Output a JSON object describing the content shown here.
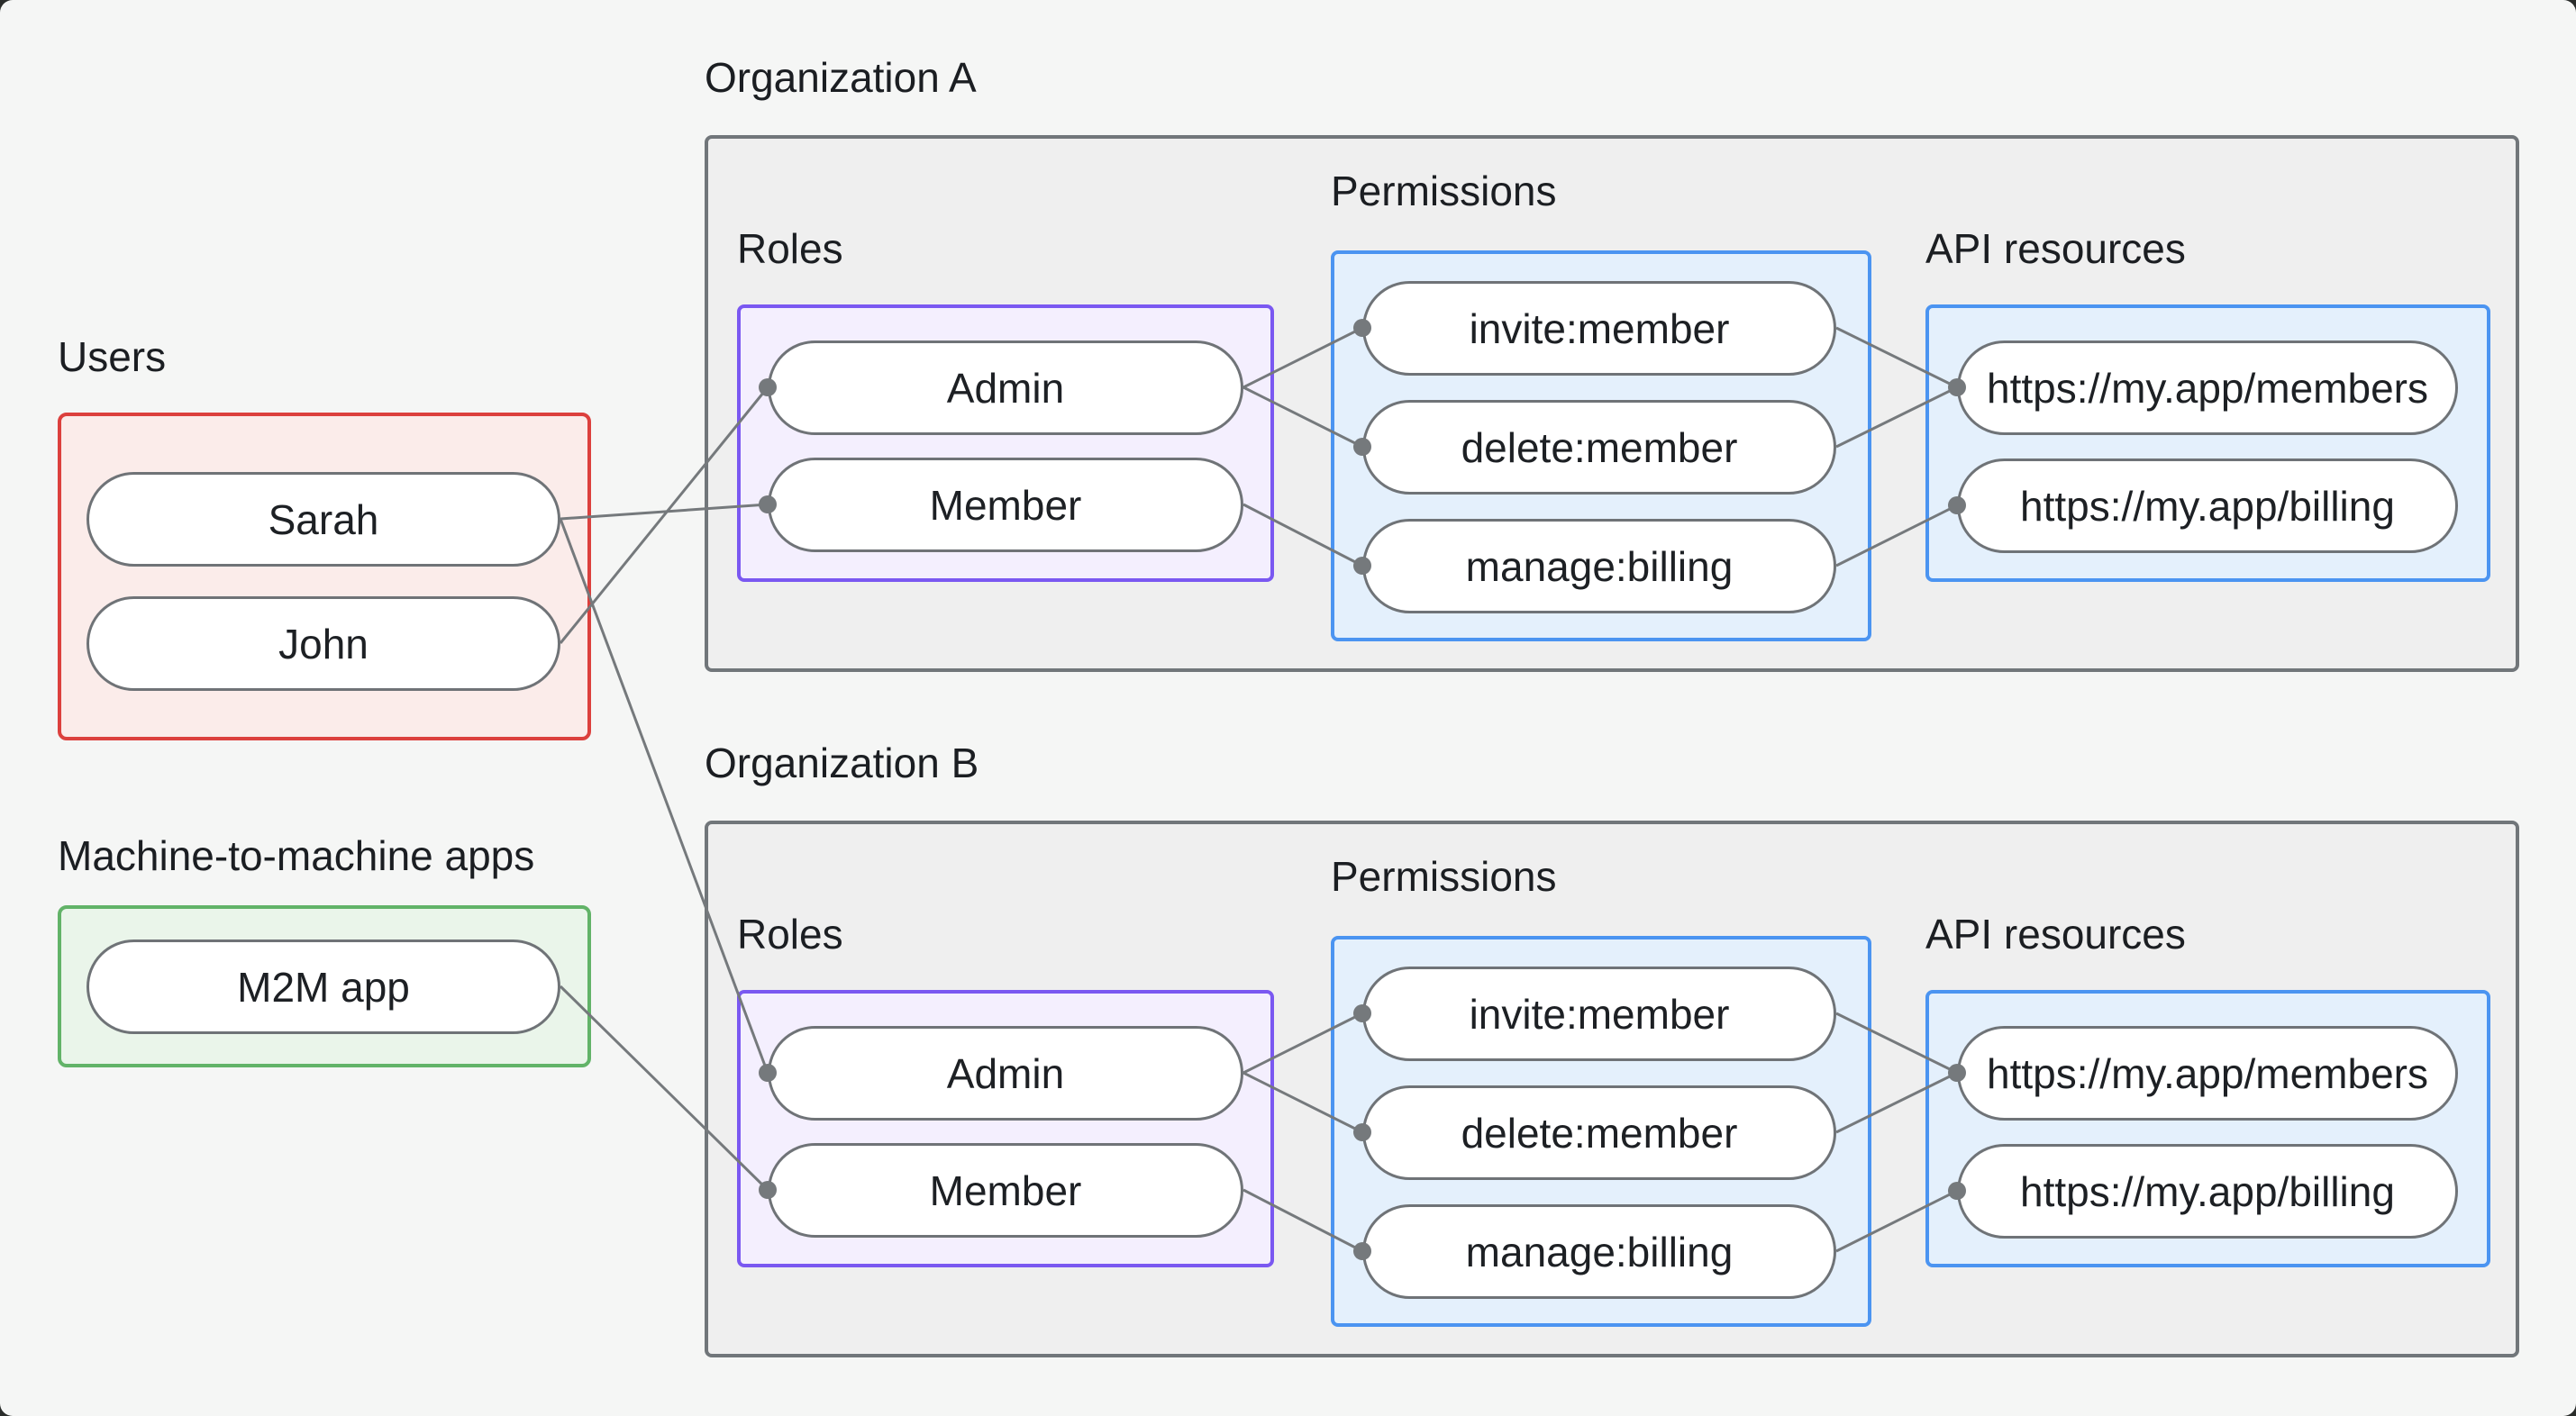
{
  "users": {
    "label": "Users",
    "items": [
      "Sarah",
      "John"
    ]
  },
  "m2m_apps": {
    "label": "Machine-to-machine apps",
    "items": [
      "M2M app"
    ]
  },
  "organizations": [
    {
      "name": "Organization A",
      "roles": {
        "label": "Roles",
        "items": [
          "Admin",
          "Member"
        ]
      },
      "permissions": {
        "label": "Permissions",
        "items": [
          "invite:member",
          "delete:member",
          "manage:billing"
        ]
      },
      "api_resources": {
        "label": "API resources",
        "items": [
          "https://my.app/members",
          "https://my.app/billing"
        ]
      }
    },
    {
      "name": "Organization B",
      "roles": {
        "label": "Roles",
        "items": [
          "Admin",
          "Member"
        ]
      },
      "permissions": {
        "label": "Permissions",
        "items": [
          "invite:member",
          "delete:member",
          "manage:billing"
        ]
      },
      "api_resources": {
        "label": "API resources",
        "items": [
          "https://my.app/members",
          "https://my.app/billing"
        ]
      }
    }
  ],
  "edges": [
    {
      "from": "user-sarah",
      "to": "org-a-role-member"
    },
    {
      "from": "user-john",
      "to": "org-a-role-admin"
    },
    {
      "from": "user-sarah",
      "to": "org-b-role-admin"
    },
    {
      "from": "m2m-app",
      "to": "org-b-role-member"
    },
    {
      "from": "org-a-role-admin",
      "to": "org-a-perm-invite-member"
    },
    {
      "from": "org-a-role-admin",
      "to": "org-a-perm-delete-member"
    },
    {
      "from": "org-a-role-member",
      "to": "org-a-perm-manage-billing"
    },
    {
      "from": "org-a-perm-invite-member",
      "to": "org-a-api-members"
    },
    {
      "from": "org-a-perm-delete-member",
      "to": "org-a-api-members"
    },
    {
      "from": "org-a-perm-manage-billing",
      "to": "org-a-api-billing"
    },
    {
      "from": "org-b-role-admin",
      "to": "org-b-perm-invite-member"
    },
    {
      "from": "org-b-role-admin",
      "to": "org-b-perm-delete-member"
    },
    {
      "from": "org-b-role-member",
      "to": "org-b-perm-manage-billing"
    },
    {
      "from": "org-b-perm-invite-member",
      "to": "org-b-api-members"
    },
    {
      "from": "org-b-perm-delete-member",
      "to": "org-b-api-members"
    },
    {
      "from": "org-b-perm-manage-billing",
      "to": "org-b-api-billing"
    }
  ],
  "colors": {
    "page-bg": "#f5f6f5",
    "label-color": "#1b1e22",
    "node-color": "#1d2024",
    "pill-border": "#6f7377",
    "edge-color": "#75797c",
    "org-fill": "#efefef",
    "org-border": "#71767a",
    "users-fill": "#fbecea",
    "users-border": "#dc403d",
    "m2m-fill": "#eaf5ea",
    "m2m-border": "#62b368",
    "roles-fill": "#f4effe",
    "roles-border": "#7a58f1",
    "perm-fill": "#e4f0fc",
    "perm-border": "#4b94f1",
    "api-fill": "#e4f0fc",
    "api-border": "#4b94f1"
  }
}
